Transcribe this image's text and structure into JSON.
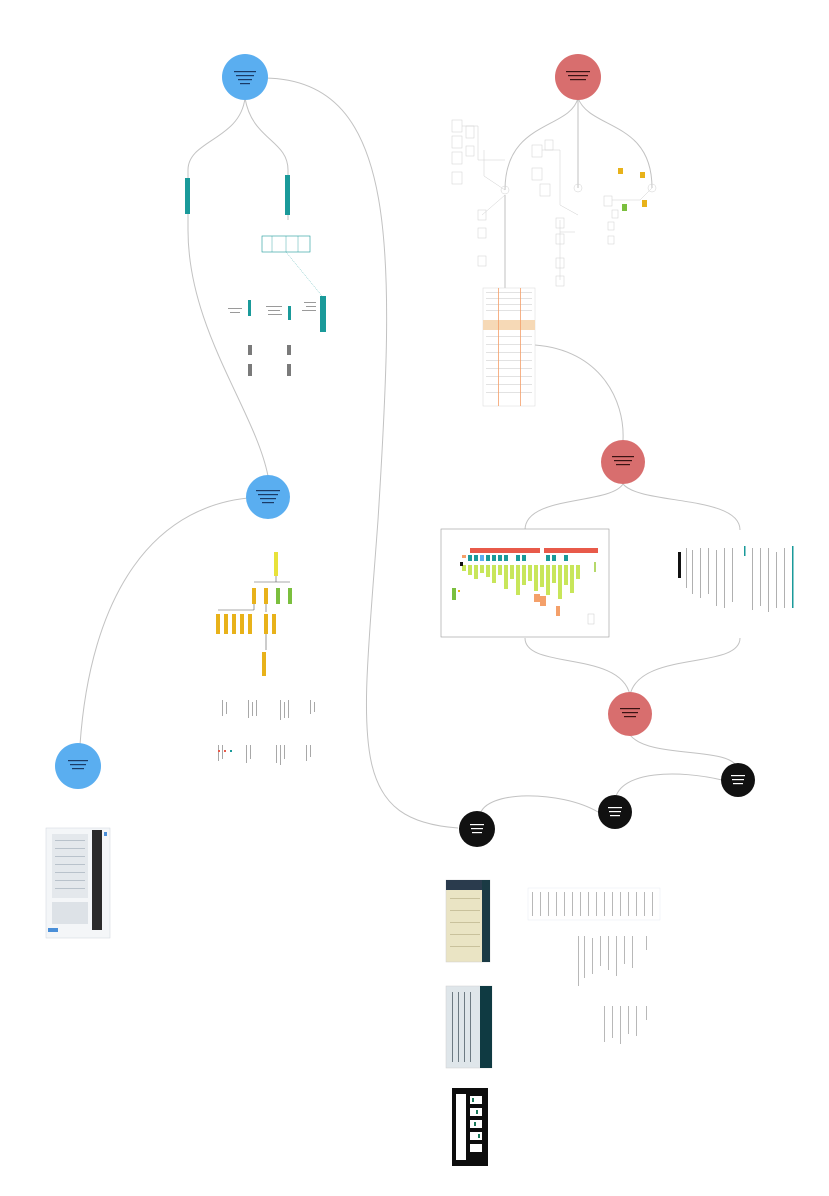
{
  "canvas": {
    "background": "#ffffff"
  },
  "colors": {
    "blue_node": "#5aaef0",
    "red_node": "#d86e6e",
    "black_node": "#111111",
    "teal": "#1a9a9a",
    "gold": "#e8b21a",
    "green": "#7bbf3e",
    "yellow": "#e8e23a",
    "connector": "#bdbdbd",
    "salmon": "#e85a4a",
    "orange": "#f4a06a",
    "peach": "#f6d9b6"
  },
  "nodes": [
    {
      "id": "blue-top",
      "color": "blue"
    },
    {
      "id": "blue-middle",
      "color": "blue"
    },
    {
      "id": "blue-left",
      "color": "blue"
    },
    {
      "id": "red-top",
      "color": "red"
    },
    {
      "id": "red-middle",
      "color": "red"
    },
    {
      "id": "red-lower",
      "color": "red"
    },
    {
      "id": "black-1",
      "color": "black"
    },
    {
      "id": "black-2",
      "color": "black"
    },
    {
      "id": "black-3",
      "color": "black"
    }
  ],
  "edges": [
    {
      "from": "blue-top",
      "to": "blue-middle"
    },
    {
      "from": "blue-middle",
      "to": "blue-left"
    },
    {
      "from": "blue-top",
      "to": "black-1"
    },
    {
      "from": "red-top",
      "to": "red-middle"
    },
    {
      "from": "red-middle",
      "to": "red-lower"
    },
    {
      "from": "red-lower",
      "to": "black-3"
    },
    {
      "from": "black-3",
      "to": "black-2"
    },
    {
      "from": "black-2",
      "to": "black-1"
    }
  ]
}
